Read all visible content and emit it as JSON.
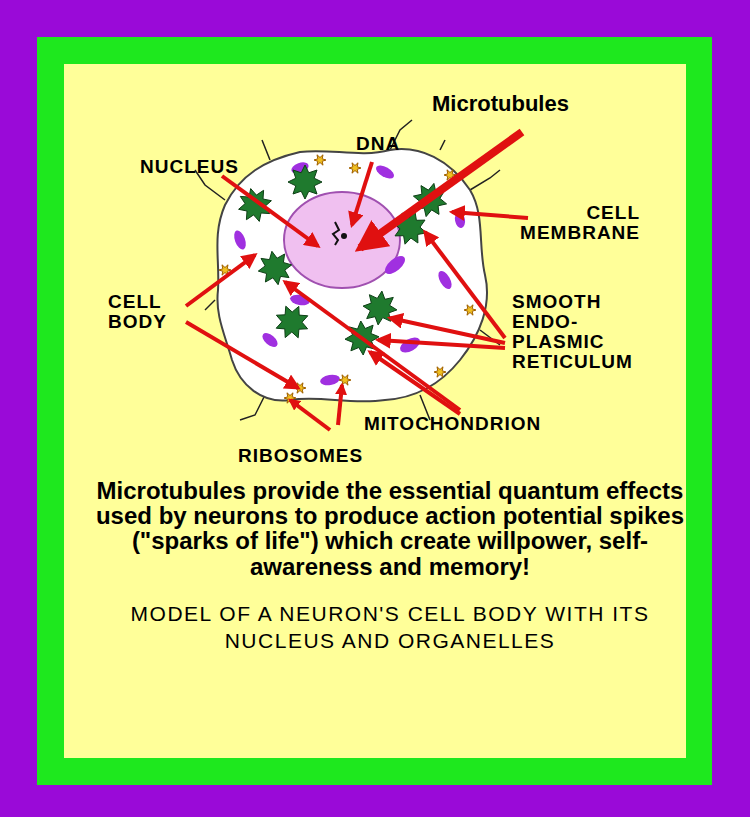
{
  "diagram": {
    "caption": "MODEL OF A NEURON'S CELL BODY WITH ITS NUCLEUS AND ORGANELLES",
    "labels": [
      "Microtubules",
      "NUCLEUS",
      "DNA",
      "CELL MEMBRANE",
      "CELL BODY",
      "SMOOTH ENDO- PLASMIC RETICULUM",
      "MITOCHONDRION",
      "RIBOSOMES",
      "Microtubules provide the essential quantum effects used by neurons to produce action potential spikes (\"sparks of life\") which create willpower, self-awareness and memory!"
    ]
  }
}
